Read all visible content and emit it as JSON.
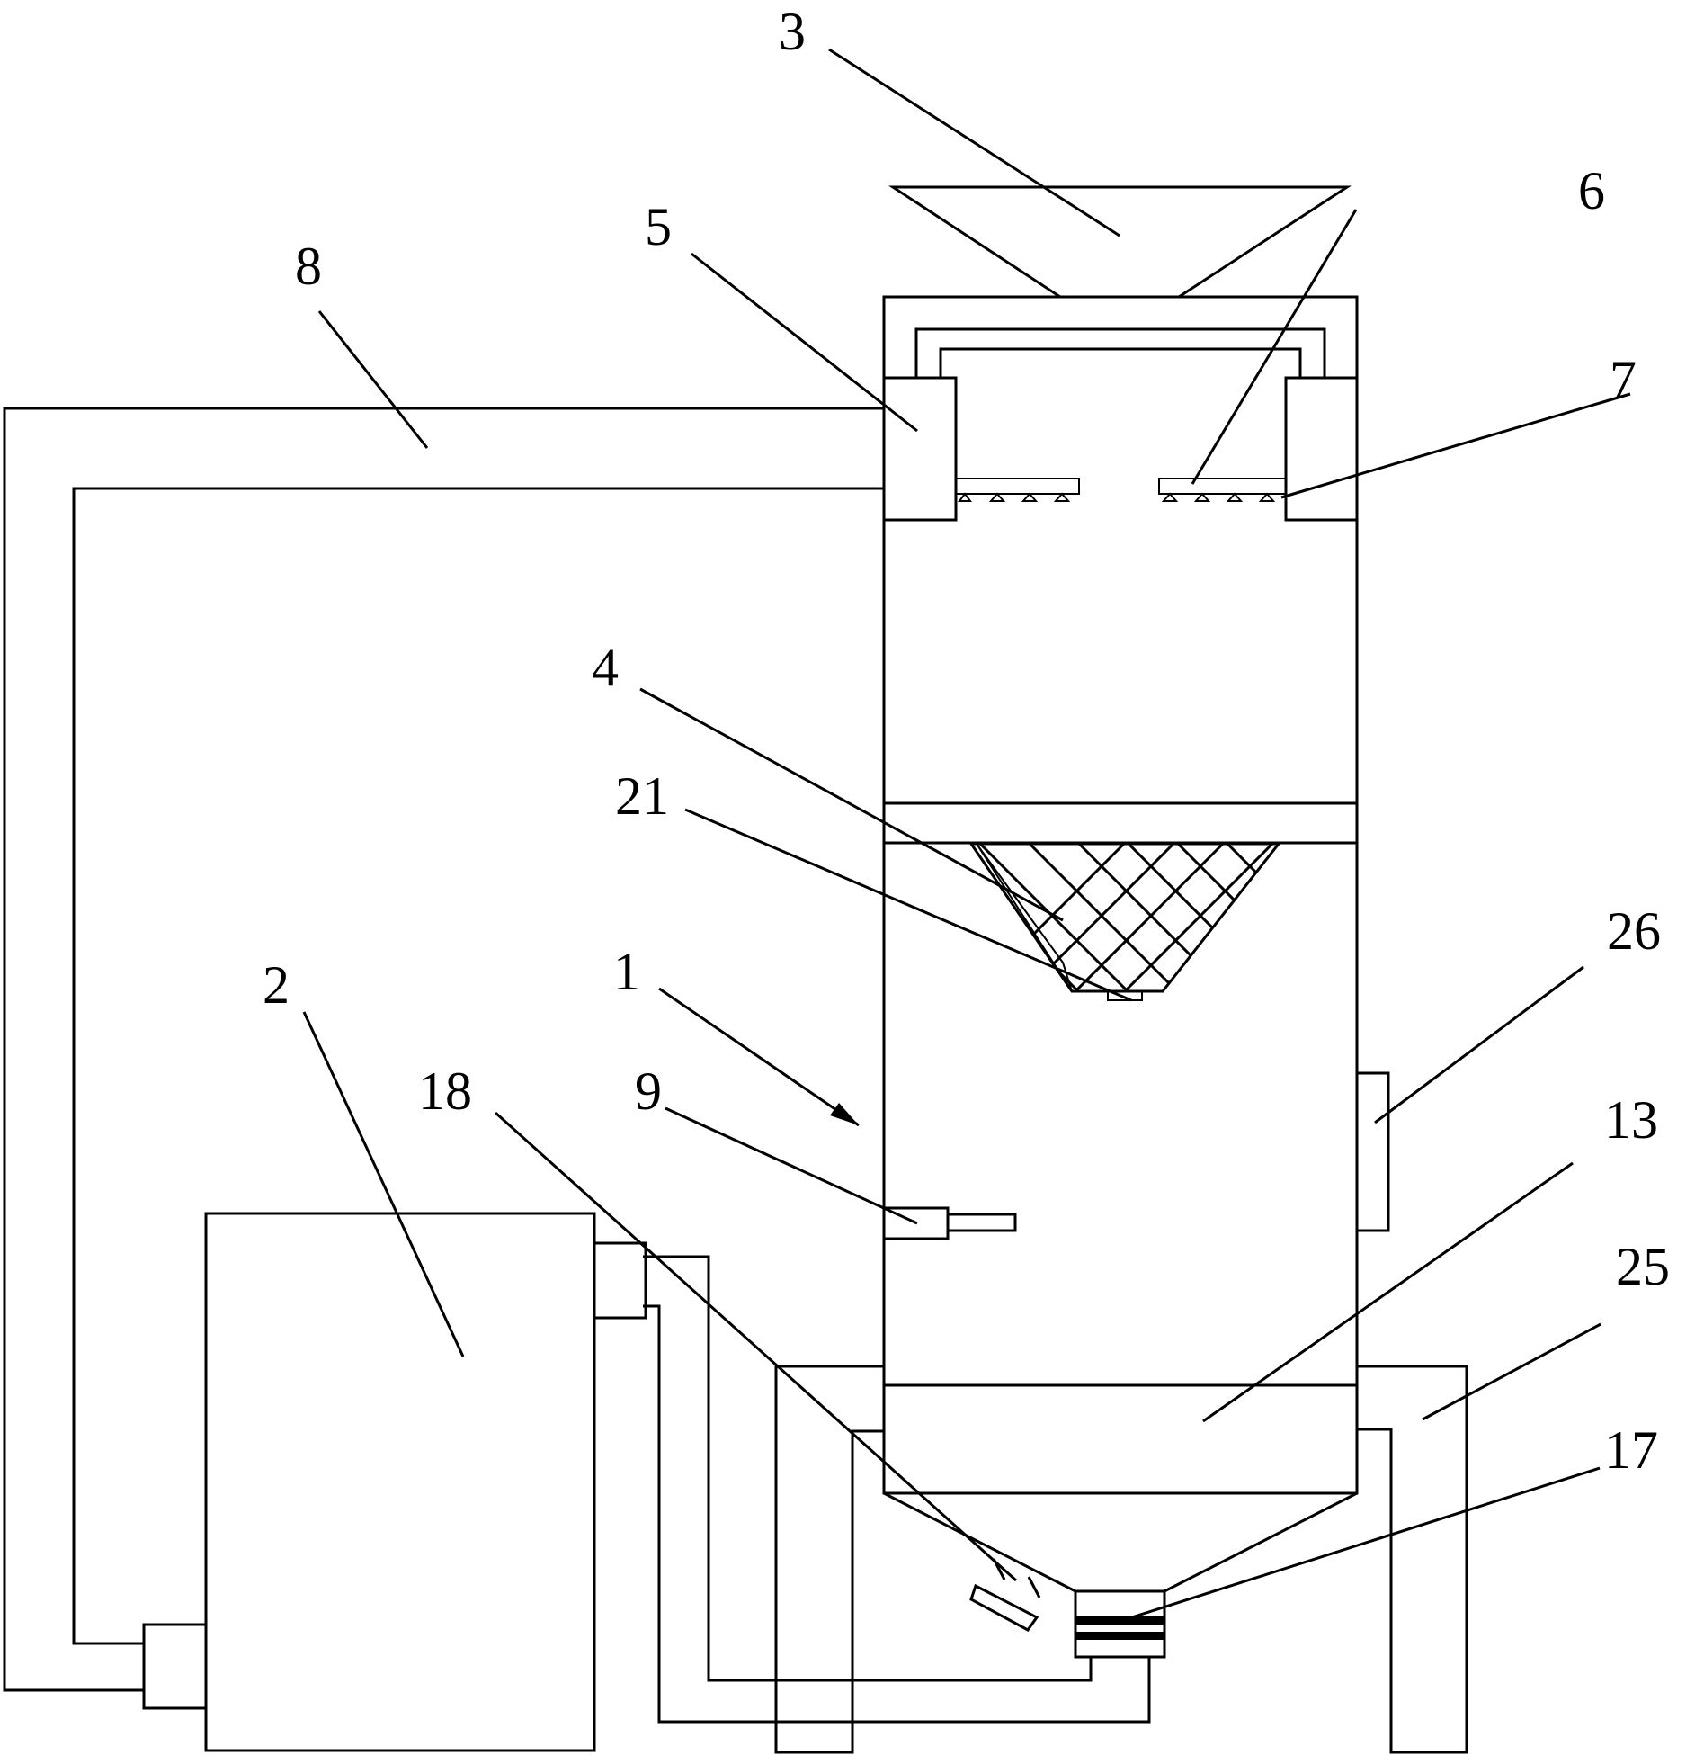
{
  "labels": {
    "l1": "1",
    "l2": "2",
    "l3": "3",
    "l4": "4",
    "l5": "5",
    "l6": "6",
    "l7": "7",
    "l8": "8",
    "l9": "9",
    "l13": "13",
    "l17": "17",
    "l18": "18",
    "l21": "21",
    "l25": "25",
    "l26": "26"
  }
}
